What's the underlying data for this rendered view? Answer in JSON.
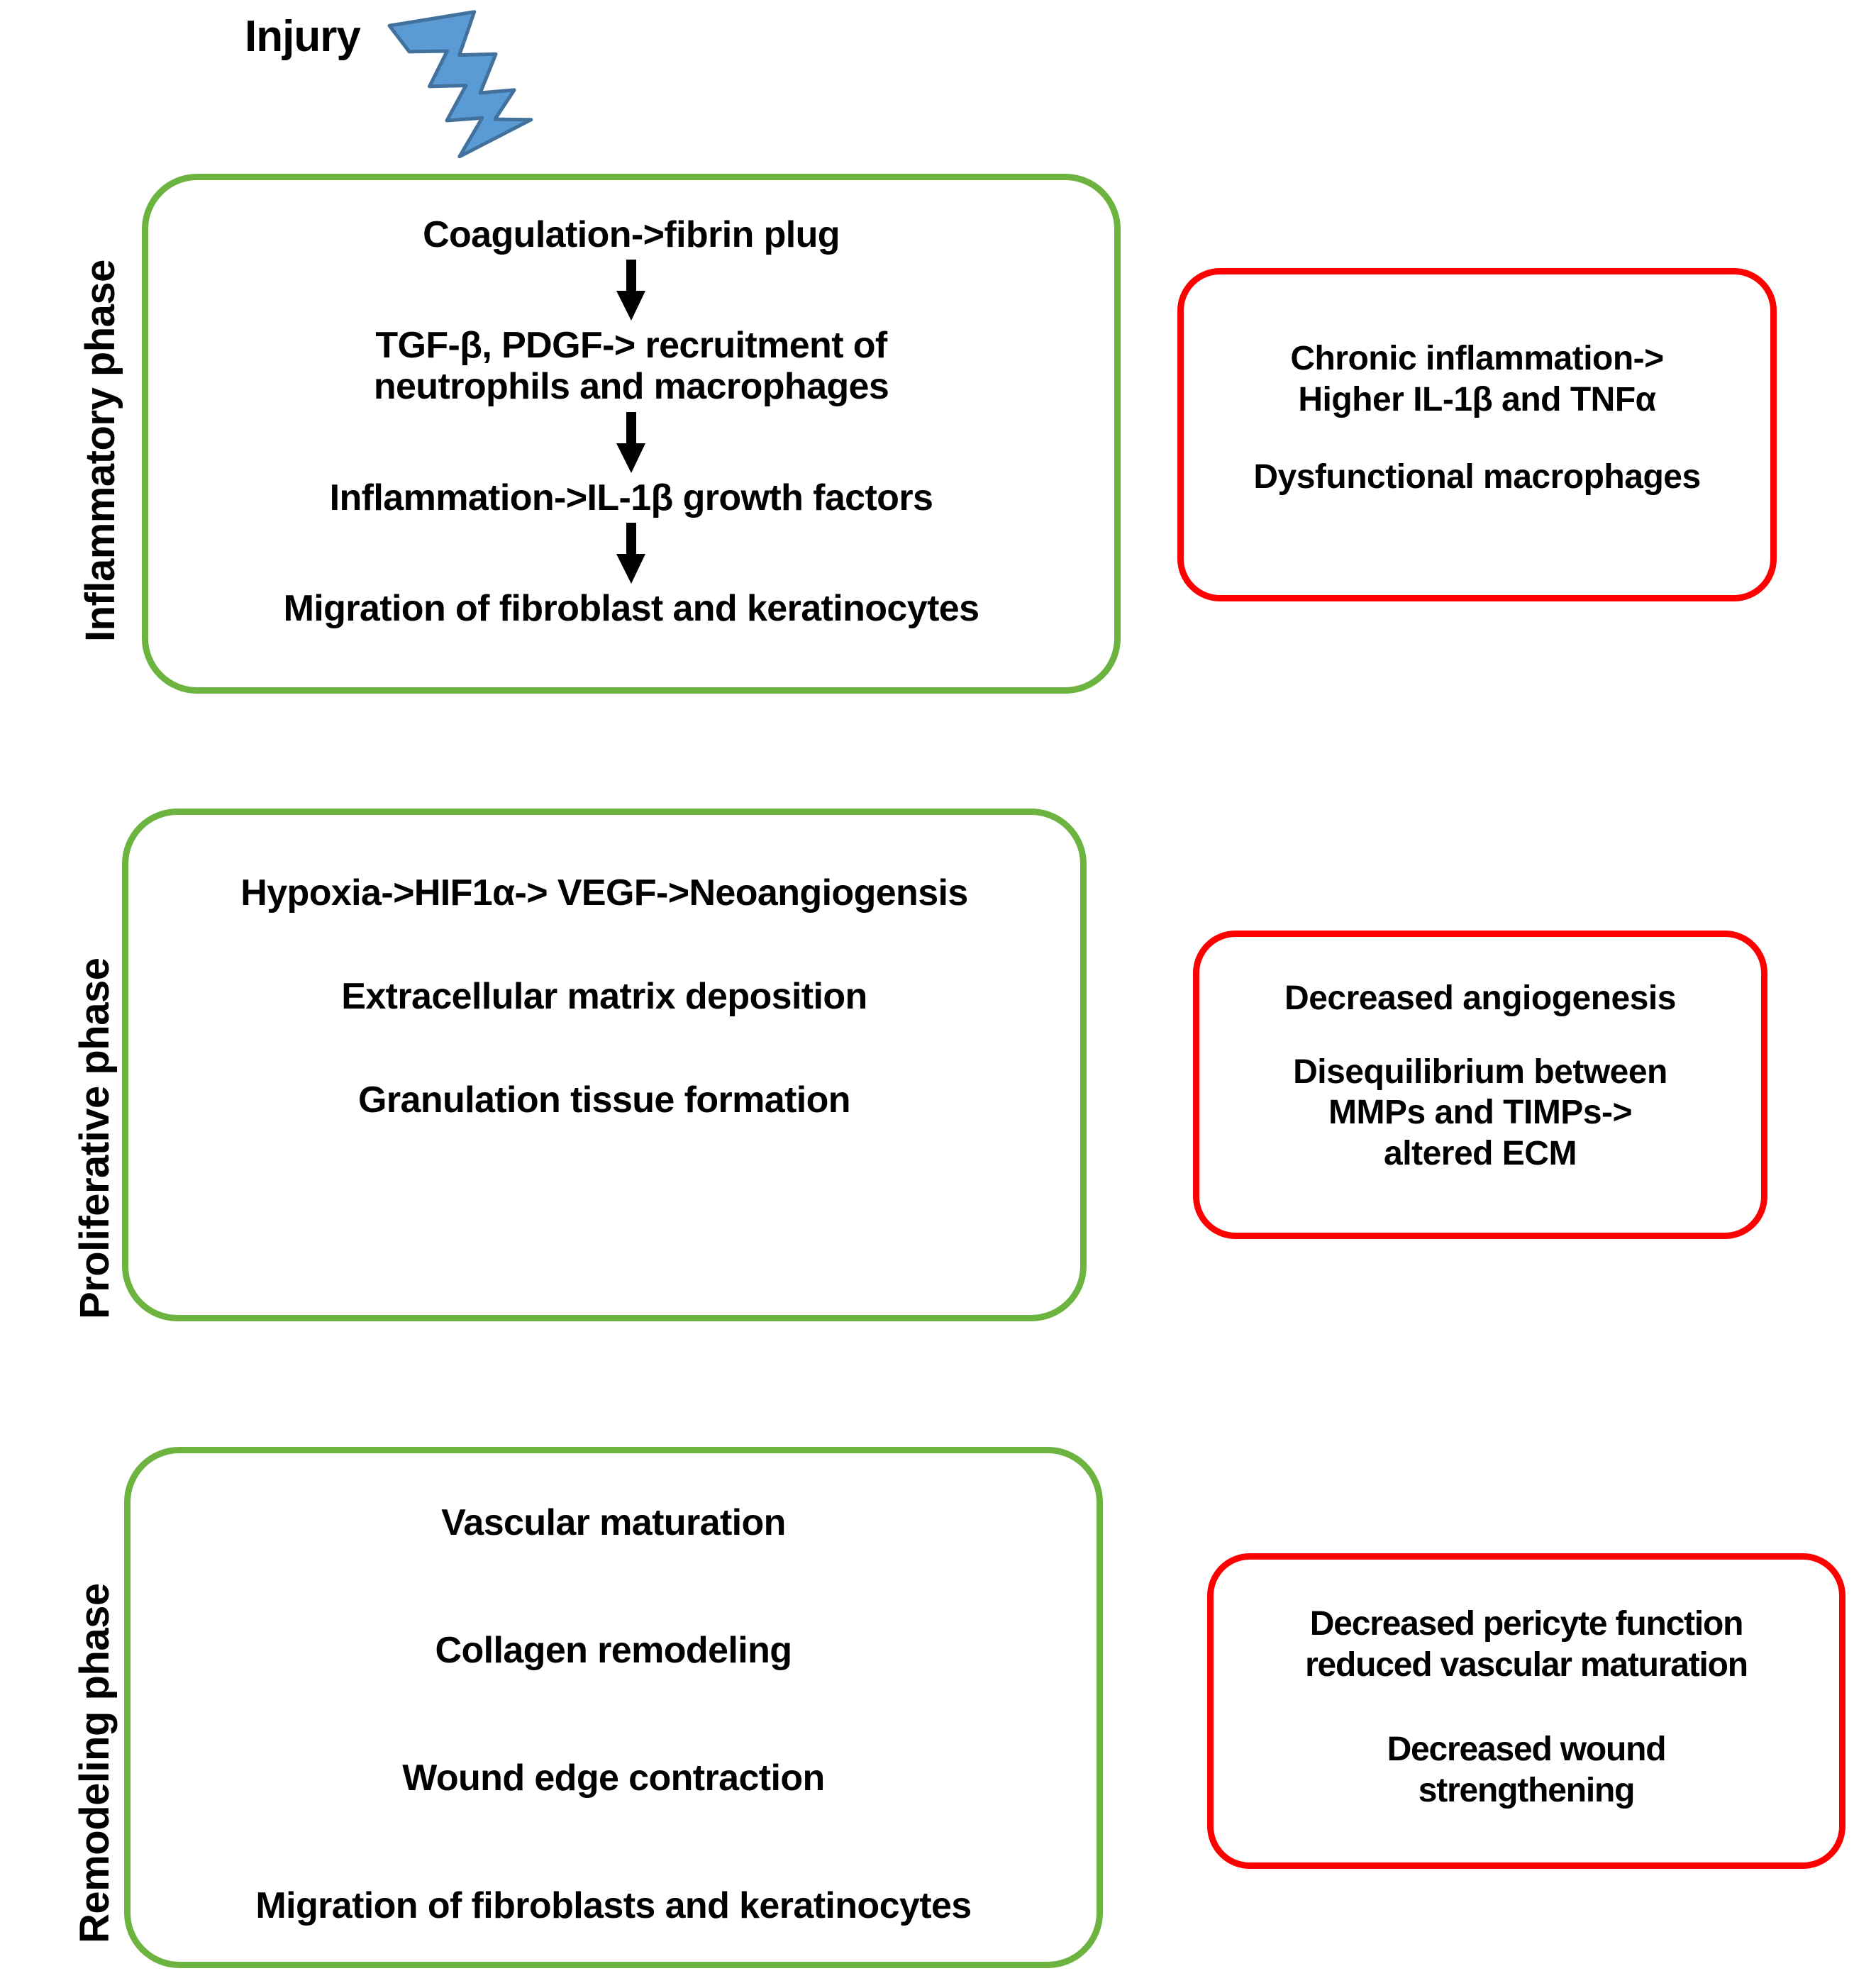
{
  "header": {
    "injury_label": "Injury",
    "bolt_icon": "lightning-bolt-icon",
    "bolt_fill": "#5B9BD5",
    "bolt_stroke": "#41719C"
  },
  "theme": {
    "normal_border": "#6CB33F",
    "impaired_border": "#FF0000",
    "text": "#000000",
    "background": "#FFFFFF"
  },
  "phases": [
    {
      "label": "Inflammatory phase",
      "normal": {
        "steps": [
          "Coagulation->fibrin plug",
          "TGF-β, PDGF->  recruitment of\nneutrophils and macrophages",
          "Inflammation->IL-1β growth factors",
          "Migration of fibroblast and keratinocytes"
        ],
        "arrow_glyph": "down-arrow"
      },
      "impaired": {
        "blocks": [
          "Chronic inflammation->\nHigher  IL-1β   and TNFα",
          "Dysfunctional macrophages"
        ]
      }
    },
    {
      "label": "Proliferative  phase",
      "normal": {
        "steps": [
          "Hypoxia->HIF1α-> VEGF->Neoangiogensis",
          "Extracellular matrix deposition",
          "Granulation tissue formation"
        ],
        "arrow_glyph": ""
      },
      "impaired": {
        "blocks": [
          "Decreased angiogenesis",
          "Disequilibrium between\nMMPs and TIMPs->\naltered ECM"
        ]
      }
    },
    {
      "label": "Remodeling phase",
      "normal": {
        "steps": [
          "Vascular maturation",
          "Collagen remodeling",
          "Wound edge contraction",
          "Migration of fibroblasts and keratinocytes"
        ],
        "arrow_glyph": ""
      },
      "impaired": {
        "blocks": [
          "Decreased pericyte function\nreduced vascular maturation",
          "Decreased wound\nstrengthening"
        ]
      }
    }
  ]
}
